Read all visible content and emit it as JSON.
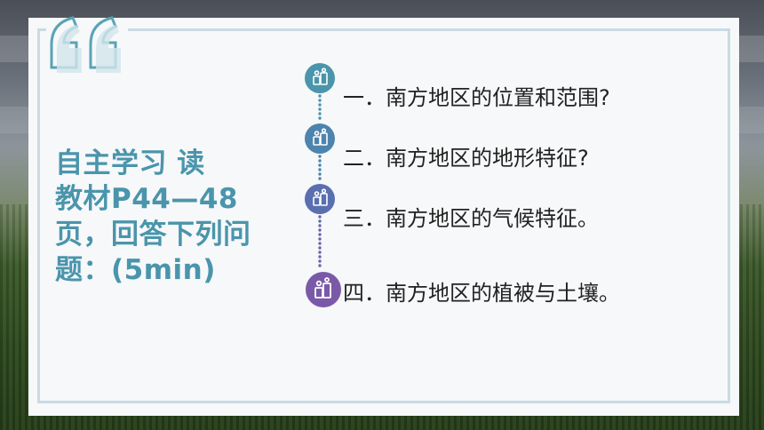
{
  "left_heading": "自主学习      读\n教材P44—48\n页，回答下列问\n题：(5min)",
  "items": [
    {
      "text": "一．南方地区的位置和范围?",
      "color": "#4a95ab"
    },
    {
      "text": "二．南方地区的地形特征?",
      "color": "#4d84ad"
    },
    {
      "text": "三．南方地区的气候特征。",
      "color": "#5a6fb0"
    },
    {
      "text": "四．南方地区的植被与土壤。",
      "color": "#7a5aa8"
    }
  ],
  "icons": [
    "people-icon",
    "people-icon",
    "people-icon",
    "people-icon"
  ],
  "colors": {
    "accent": "#4a95ab",
    "frame": "#c9dbe3",
    "quote": "#5aa3b5"
  }
}
